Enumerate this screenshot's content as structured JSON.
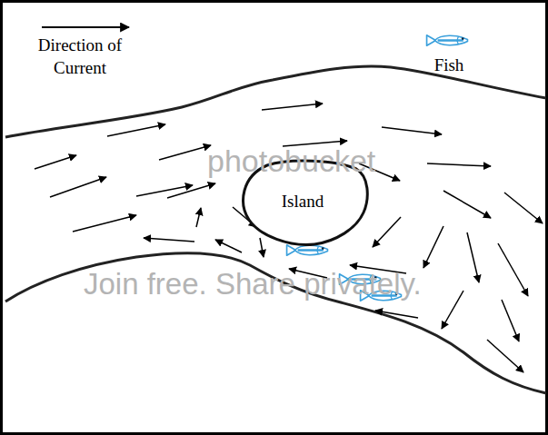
{
  "diagram": {
    "nodes": [
      {
        "text": [
          "Island"
        ]
      }
    ],
    "labels": [
      "photobucket",
      "Join free. Share privately."
    ],
    "legend": [
      {
        "text": "Direction of Current"
      },
      {
        "text": "Fish"
      }
    ]
  }
}
